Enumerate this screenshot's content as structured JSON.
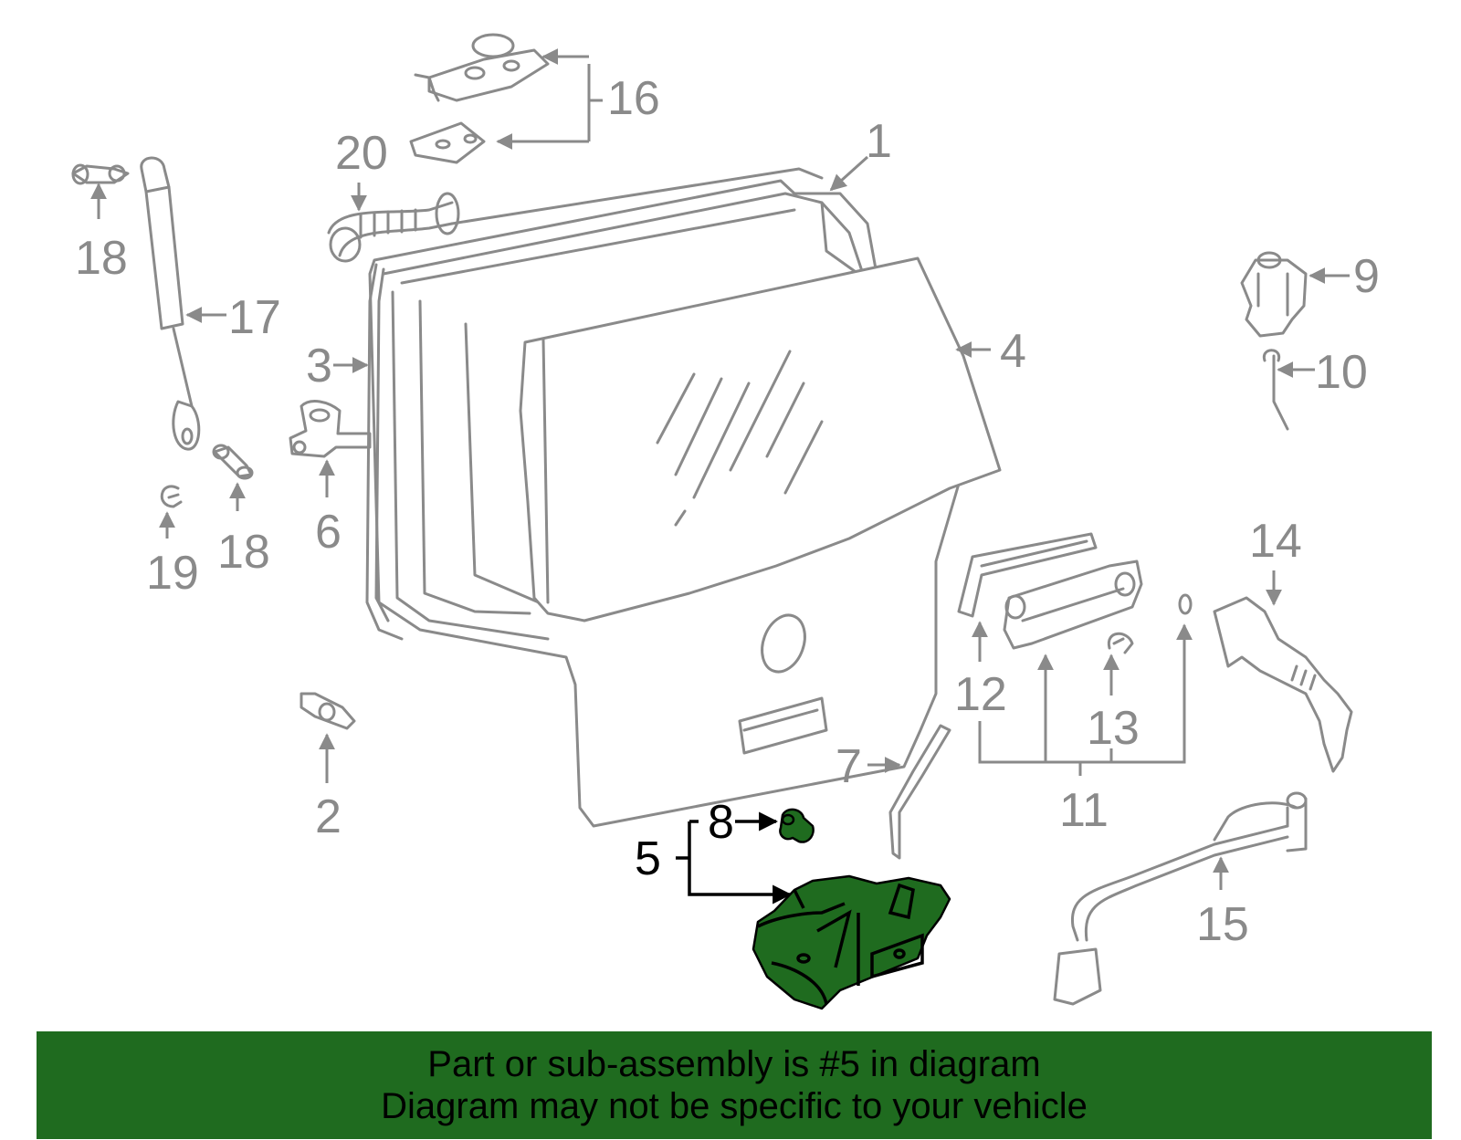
{
  "callouts": {
    "c1": "1",
    "c2": "2",
    "c3": "3",
    "c4": "4",
    "c5": "5",
    "c6": "6",
    "c7": "7",
    "c8": "8",
    "c9": "9",
    "c10": "10",
    "c11": "11",
    "c12": "12",
    "c13": "13",
    "c14": "14",
    "c15": "15",
    "c16": "16",
    "c17": "17",
    "c18a": "18",
    "c18b": "18",
    "c19": "19",
    "c20": "20"
  },
  "highlight": {
    "part_number": "5",
    "color": "#1f6b1f"
  },
  "banner": {
    "line1": "Part or sub-assembly is #5 in diagram",
    "line2": "Diagram may not be specific to your vehicle"
  }
}
